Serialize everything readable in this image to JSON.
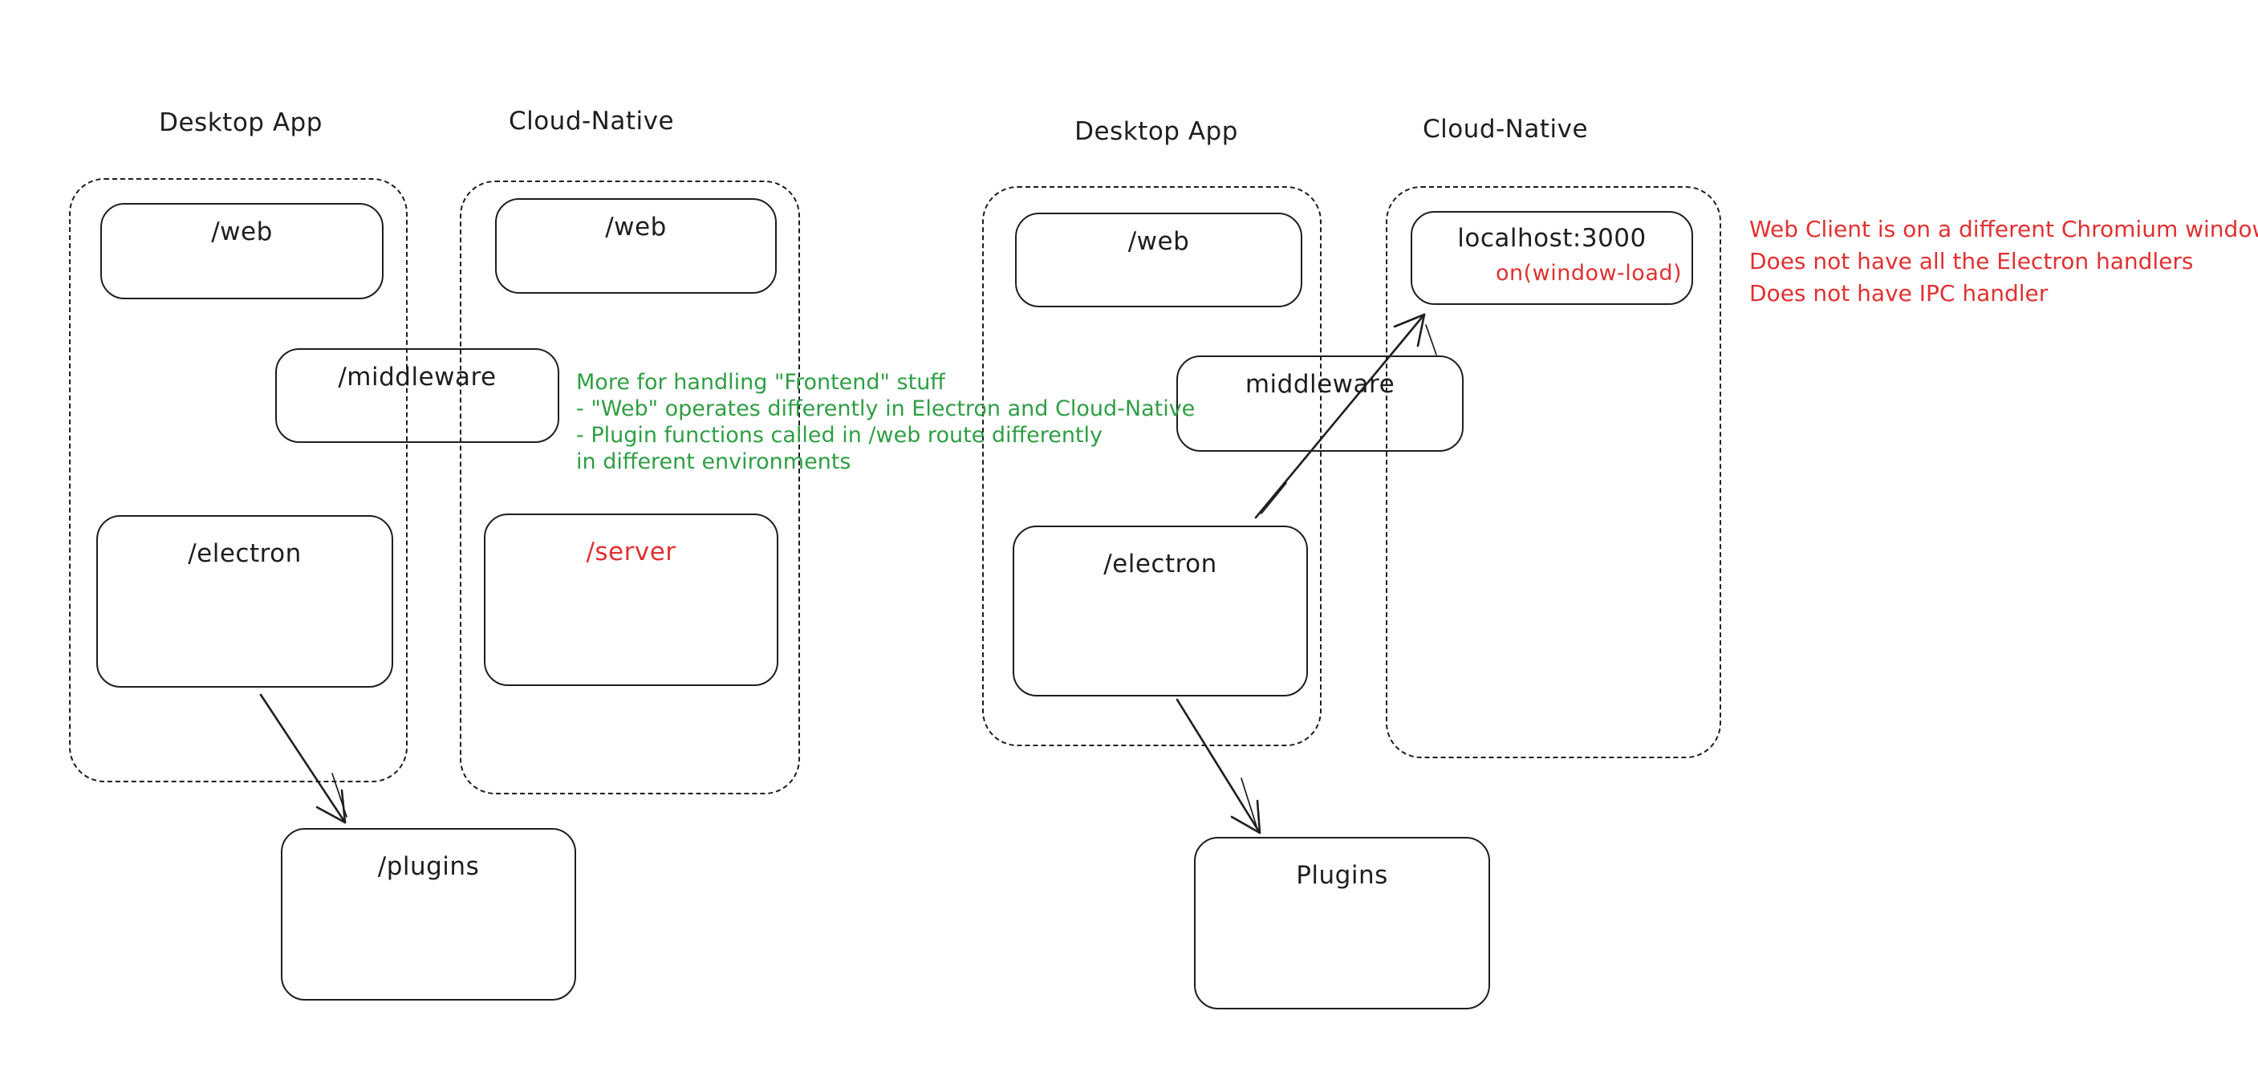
{
  "groups": {
    "left_desktop_label": "Desktop App",
    "left_cloud_label": "Cloud-Native",
    "right_desktop_label": "Desktop App",
    "right_cloud_label": "Cloud-Native"
  },
  "left": {
    "web_desktop": "/web",
    "web_cloud": "/web",
    "middleware": "/middleware",
    "electron": "/electron",
    "server": "/server",
    "plugins": "/plugins"
  },
  "right": {
    "web": "/web",
    "localhost": "localhost:3000",
    "localhost_event": "on(window-load)",
    "middleware": "middleware",
    "electron": "/electron",
    "plugins": "Plugins"
  },
  "notes": {
    "green": {
      "color": "#2f9e44",
      "lines": [
        "More for handling \"Frontend\" stuff",
        "- \"Web\" operates differently in Electron and Cloud-Native",
        "- Plugin functions called in /web route differently",
        "in different environments"
      ]
    },
    "red": {
      "color": "#e03131",
      "lines": [
        "Web Client is on a different Chromium window",
        "Does not have all the Electron handlers",
        "Does not have IPC handler"
      ]
    }
  },
  "colors": {
    "stroke": "#1e1e1e",
    "red": "#e03131",
    "green": "#2f9e44",
    "background": "#ffffff"
  }
}
